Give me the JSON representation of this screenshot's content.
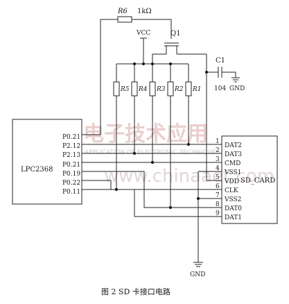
{
  "diagram": {
    "mcu_label": "LPC2368",
    "mcu_pins": [
      "P0.21",
      "P2.12",
      "P2.13",
      "P0.21",
      "P0.19",
      "P0.22",
      "P0.11"
    ],
    "card_label": "SD_CARD",
    "card_pins": [
      {
        "num": "1",
        "name": "DAT2"
      },
      {
        "num": "2",
        "name": "DAT3"
      },
      {
        "num": "3",
        "name": "CMD"
      },
      {
        "num": "4",
        "name": "VSS1"
      },
      {
        "num": "5",
        "name": "VDD"
      },
      {
        "num": "6",
        "name": "CLK"
      },
      {
        "num": "7",
        "name": "VSS2"
      },
      {
        "num": "8",
        "name": "DAT0"
      },
      {
        "num": "9",
        "name": "DAT1"
      }
    ],
    "r6_label": "R6",
    "r6_value": "1kΩ",
    "vcc_label": "VCC",
    "q1_label": "Q1",
    "c1_label": "C1",
    "c1_value": "104",
    "gnd_label": "GND",
    "gnd_bottom_label": "GND",
    "resistors": [
      "R5",
      "R4",
      "R3",
      "R2",
      "R1"
    ],
    "caption": "图 2  SD 卡接口电路"
  },
  "watermark": {
    "cn_text": "电子技术应用",
    "en_text": "APPLICATION OF ELECTRONIC TECHNIQUE",
    "url_text": "www.chinaaet.com"
  }
}
